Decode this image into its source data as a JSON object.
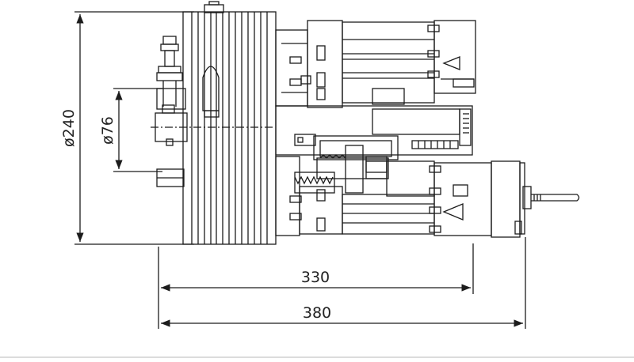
{
  "dimensions": {
    "drum_diameter": "ø240",
    "shaft_diameter": "ø76",
    "length_short": "330",
    "length_long": "380"
  },
  "colors": {
    "line": "#1c1c1c",
    "background": "#ffffff"
  }
}
